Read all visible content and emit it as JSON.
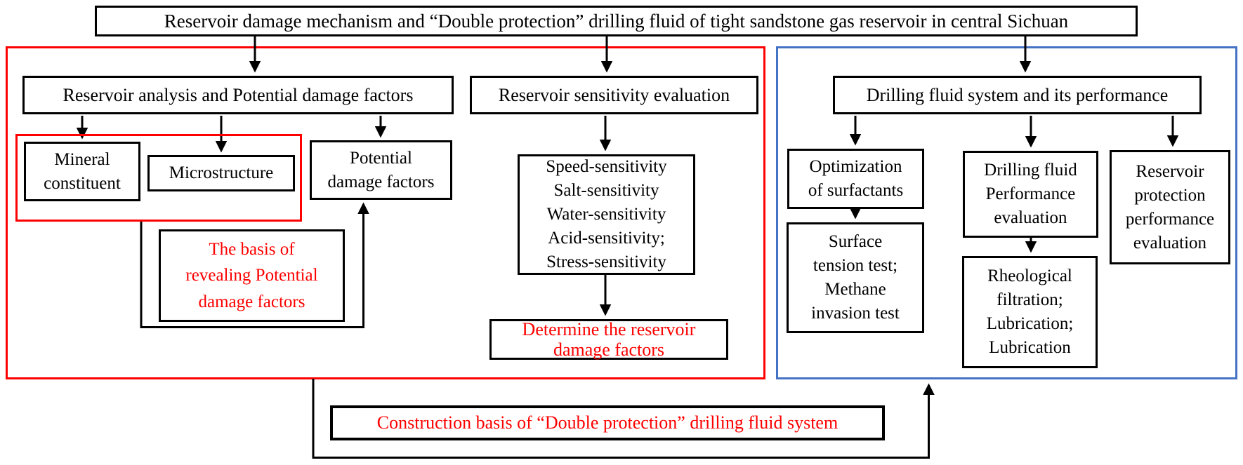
{
  "colors": {
    "red": "#fe0000",
    "blue": "#4472c4",
    "black": "#000000"
  },
  "nodes": {
    "title": "Reservoir damage mechanism and “Double protection” drilling fluid of tight sandstone gas reservoir in central Sichuan",
    "left_header": "Reservoir analysis and Potential damage factors",
    "mineral": "Mineral\nconstituent",
    "microstructure": "Microstructure",
    "potential": "Potential\ndamage factors",
    "basis": "The basis of\nrevealing Potential\ndamage factors",
    "sensitivity_header": "Reservoir sensitivity evaluation",
    "sensitivity_list": "Speed-sensitivity\nSalt-sensitivity\nWater-sensitivity\nAcid-sensitivity;\nStress-sensitivity",
    "determine": "Determine the reservoir\ndamage factors",
    "right_header": "Drilling fluid system and its performance",
    "optimization": "Optimization\nof surfactants",
    "surface_tests": "Surface\ntension test;\nMethane\ninvasion test",
    "performance": "Drilling fluid\nPerformance\nevaluation",
    "rheology": "Rheological\nfiltration;\nLubrication;\nLubrication",
    "protection": "Reservoir\nprotection\nperformance\nevaluation",
    "construction": "Construction basis of “Double protection” drilling fluid system"
  }
}
